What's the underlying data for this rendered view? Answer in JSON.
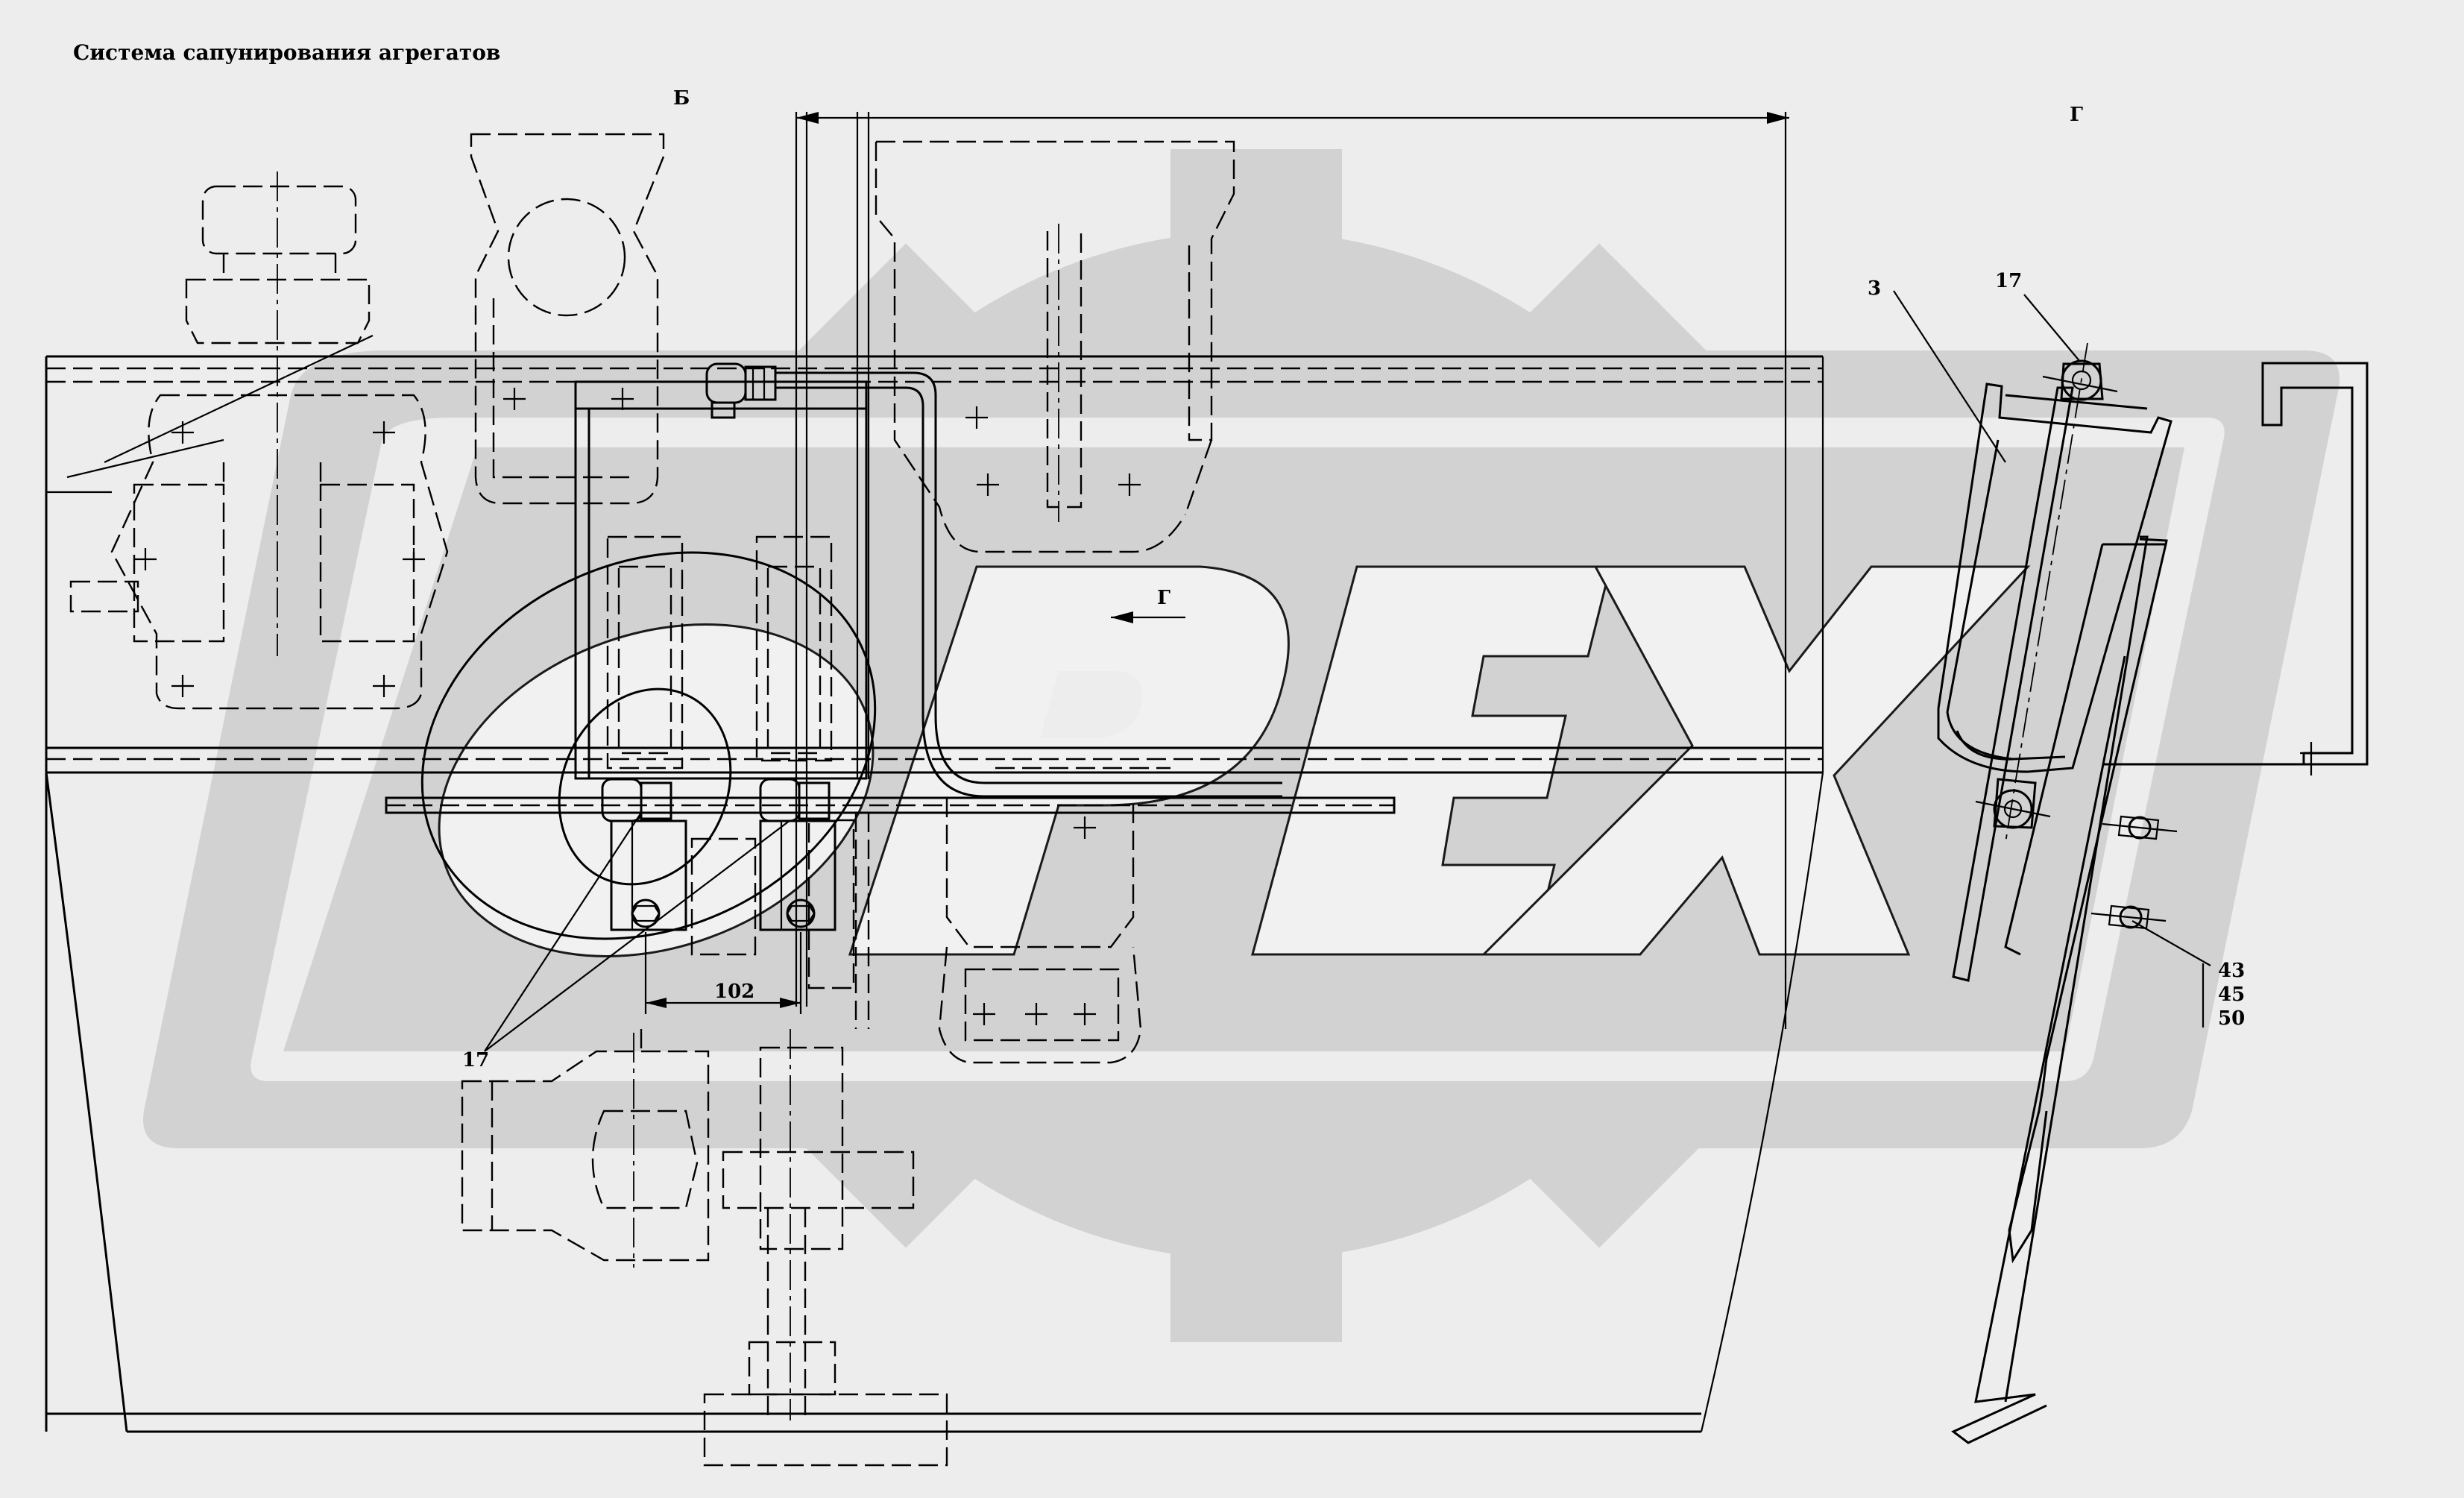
{
  "title": "Система сапунирования агрегатов",
  "views": {
    "b": "Б",
    "g": "Г"
  },
  "arrow_label": "Г",
  "dimension": "102",
  "callouts": {
    "left": "17",
    "right_top": "17",
    "right_part": "3",
    "fasteners": [
      "43",
      "45",
      "50"
    ]
  },
  "watermark": {
    "text": "PEX",
    "color": "#d2d2d2"
  }
}
